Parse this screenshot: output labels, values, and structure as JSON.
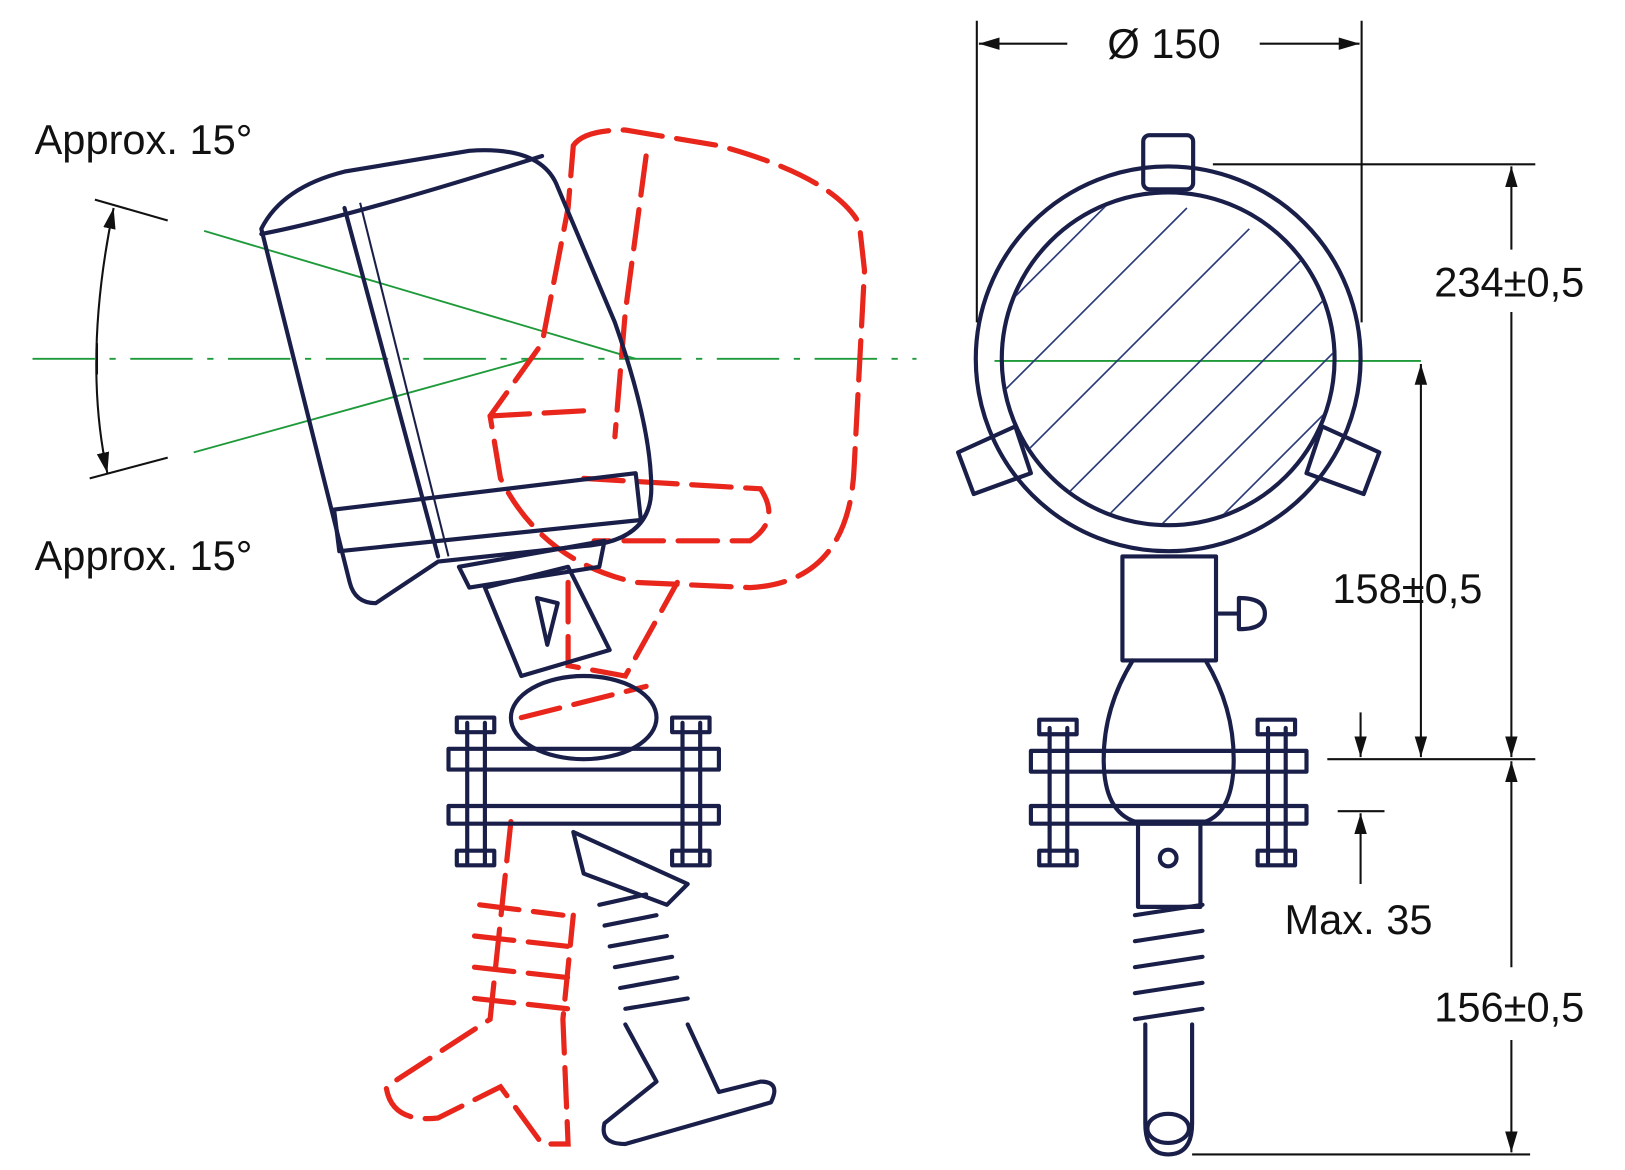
{
  "title": "Searchlight dimension drawing",
  "labels": {
    "angle_up": "Approx. 15°",
    "angle_down": "Approx. 15°",
    "diameter": "Ø 150",
    "height_total_upper": "234±0,5",
    "height_mount": "158±0,5",
    "max_thickness": "Max. 35",
    "height_lower": "156±0,5"
  },
  "colors": {
    "outline": "#1a1f4a",
    "alternate_position": "#e8261c",
    "centerline": "#1f9a3a",
    "dimension": "#111111"
  }
}
